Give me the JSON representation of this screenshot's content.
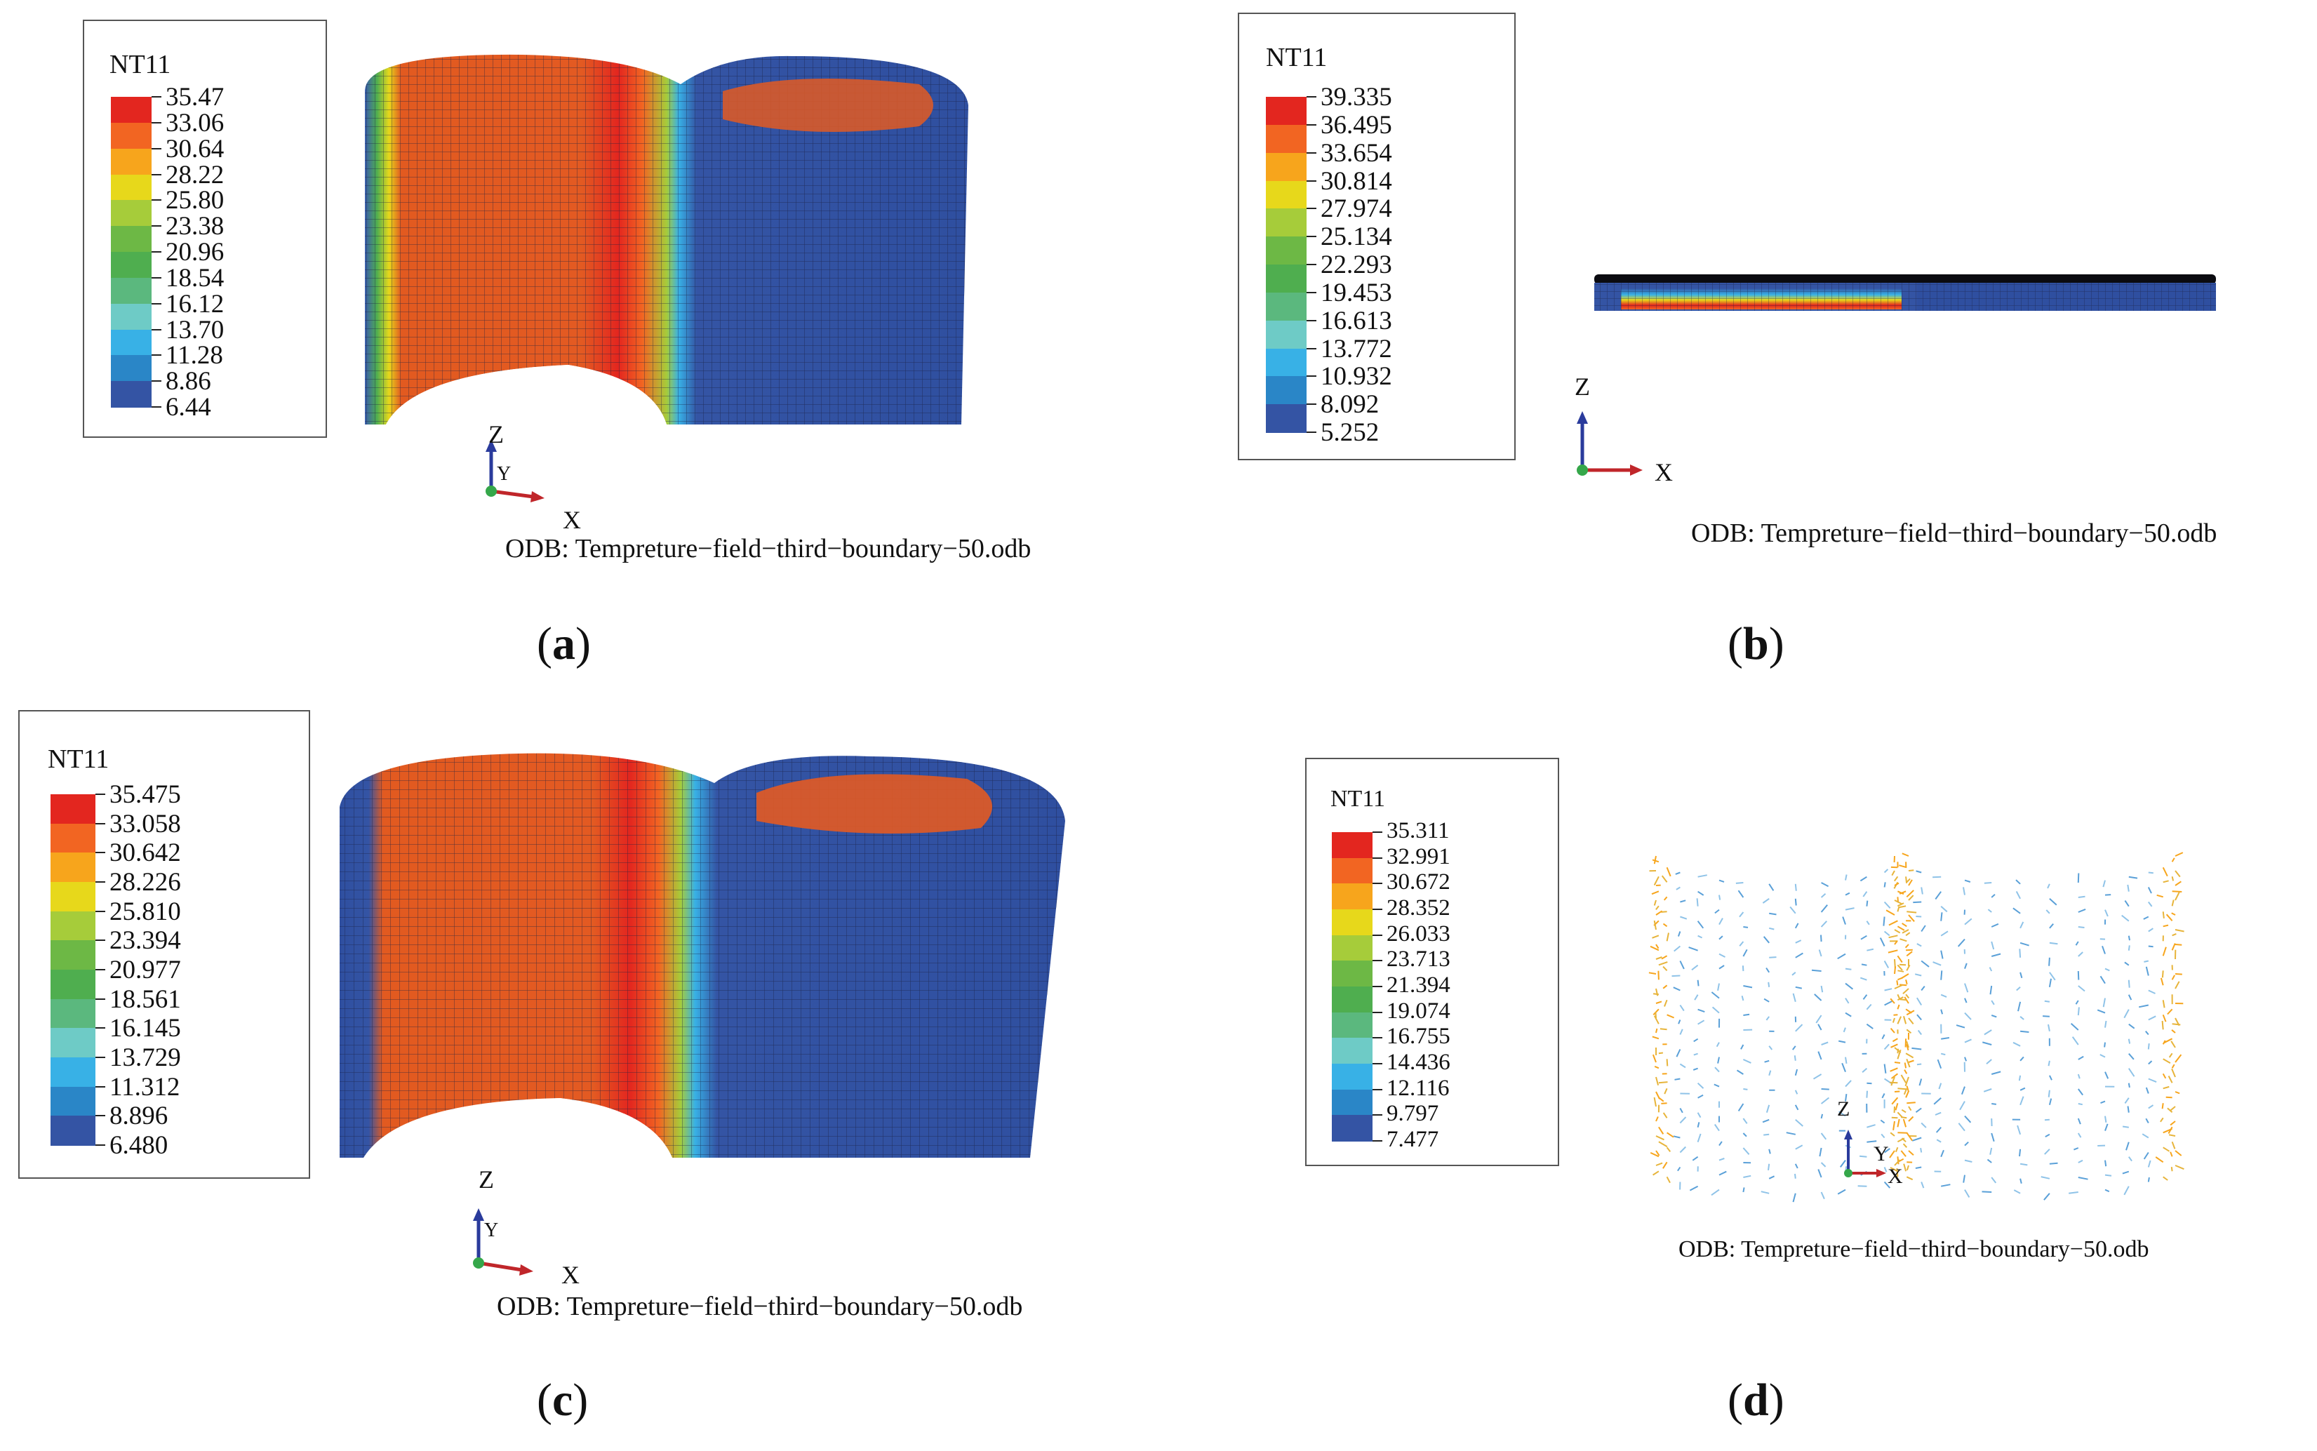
{
  "legend_colors": [
    "#e3261f",
    "#f26522",
    "#f7a51c",
    "#e7d81b",
    "#a6cc3a",
    "#6db845",
    "#4fae4f",
    "#5bb87e",
    "#6ecbc6",
    "#38b1e6",
    "#2a86c7",
    "#3454a4"
  ],
  "panels": [
    {
      "id": "a",
      "legend_title": "NT11",
      "values": [
        "35.47",
        "33.06",
        "30.64",
        "28.22",
        "25.80",
        "23.38",
        "20.96",
        "18.54",
        "16.12",
        "13.70",
        "11.28",
        "8.86",
        "6.44"
      ],
      "odb": "ODB: Tempreture−field−third−boundary−50.odb",
      "caption_open": "(",
      "caption_letter": "a",
      "caption_close": ")",
      "axes": {
        "z": "Z",
        "y": "Y",
        "x": "X"
      }
    },
    {
      "id": "b",
      "legend_title": "",
      "values": [
        "39.335",
        "36.495",
        "33.654",
        "30.814",
        "27.974",
        "25.134",
        "22.293",
        "19.453",
        "16.613",
        "13.772",
        "10.932",
        "8.092",
        "5.252"
      ],
      "odb": "ODB: Tempreture−field−third−boundary−50.odb",
      "caption_open": "(",
      "caption_letter": "b",
      "caption_close": ")",
      "axes": {
        "z": "Z",
        "y": "",
        "x": "X"
      }
    },
    {
      "id": "c",
      "legend_title": "NT11",
      "values": [
        "35.475",
        "33.058",
        "30.642",
        "28.226",
        "25.810",
        "23.394",
        "20.977",
        "18.561",
        "16.145",
        "13.729",
        "11.312",
        "8.896",
        "6.480"
      ],
      "odb": "ODB: Tempreture−field−third−boundary−50.odb",
      "caption_open": "(",
      "caption_letter": "c",
      "caption_close": ")",
      "axes": {
        "z": "Z",
        "y": "Y",
        "x": "X"
      }
    },
    {
      "id": "d",
      "legend_title": "NT11",
      "values": [
        "35.311",
        "32.991",
        "30.672",
        "28.352",
        "26.033",
        "23.713",
        "21.394",
        "19.074",
        "16.755",
        "14.436",
        "12.116",
        "9.797",
        "7.477"
      ],
      "odb": "ODB: Tempreture−field−third−boundary−50.odb",
      "caption_open": "(",
      "caption_letter": "d",
      "caption_close": ")",
      "axes": {
        "z": "Z",
        "y": "Y",
        "x": "X"
      }
    }
  ]
}
